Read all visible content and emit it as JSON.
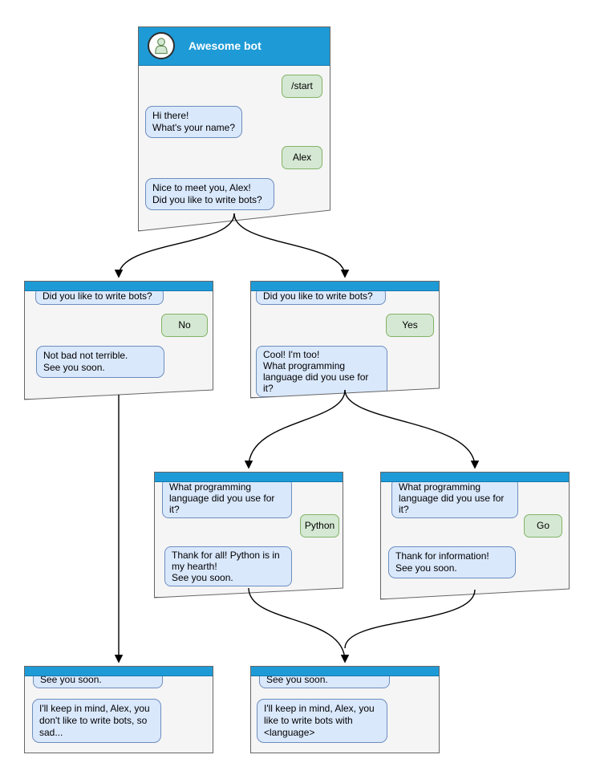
{
  "root": {
    "title": "Awesome bot",
    "messages": {
      "start": "/start",
      "hi": "Hi there!\nWhat's your name?",
      "alex": "Alex",
      "nice": "Nice to meet you, Alex!\nDid you like to write bots?"
    }
  },
  "box_no": {
    "question": "Did you like to write bots?",
    "answer": "No",
    "reply": "Not bad not terrible.\nSee you soon."
  },
  "box_yes": {
    "question": "Did you like to write bots?",
    "answer": "Yes",
    "reply": "Cool! I'm too!\nWhat programming\nlanguage did you use for it?"
  },
  "box_python": {
    "question": "What programming\nlanguage did you use for it?",
    "answer": "Python",
    "reply": "Thank for all! Python is in\nmy hearth!\nSee you soon."
  },
  "box_go": {
    "question": "What programming\nlanguage did you use for it?",
    "answer": "Go",
    "reply": "Thank for information!\nSee you soon."
  },
  "box_end_no": {
    "question": "See you soon.",
    "reply": "I'll keep in mind, Alex, you\ndon't like to write bots, so\nsad..."
  },
  "box_end_yes": {
    "question": "See you soon.",
    "reply": "I'll keep in mind, Alex, you\nlike to write bots with\n<language>"
  },
  "colors": {
    "header_blue": "#1e9bd7",
    "box_background": "#f5f5f5",
    "box_border": "#666666",
    "bot_bubble_fill": "#dae8fc",
    "bot_bubble_border": "#6c8ebf",
    "user_bubble_fill": "#d5e8d4",
    "user_bubble_border": "#82b366",
    "connector": "#000000",
    "header_text": "#ffffff"
  }
}
